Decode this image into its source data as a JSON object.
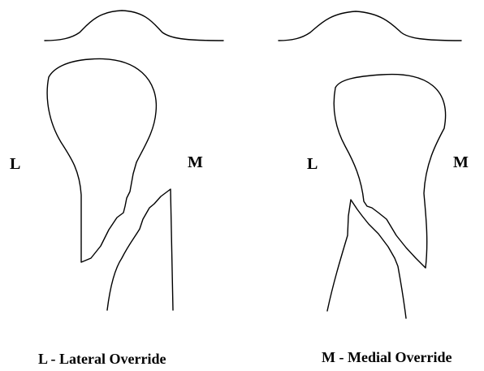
{
  "panels": [
    {
      "left_side_label": "L",
      "right_side_label": "M",
      "caption": "L - Lateral Override"
    },
    {
      "left_side_label": "L",
      "right_side_label": "M",
      "caption": "M - Medial Override"
    }
  ],
  "colors": {
    "background": "#ffffff",
    "line": "#000000"
  }
}
